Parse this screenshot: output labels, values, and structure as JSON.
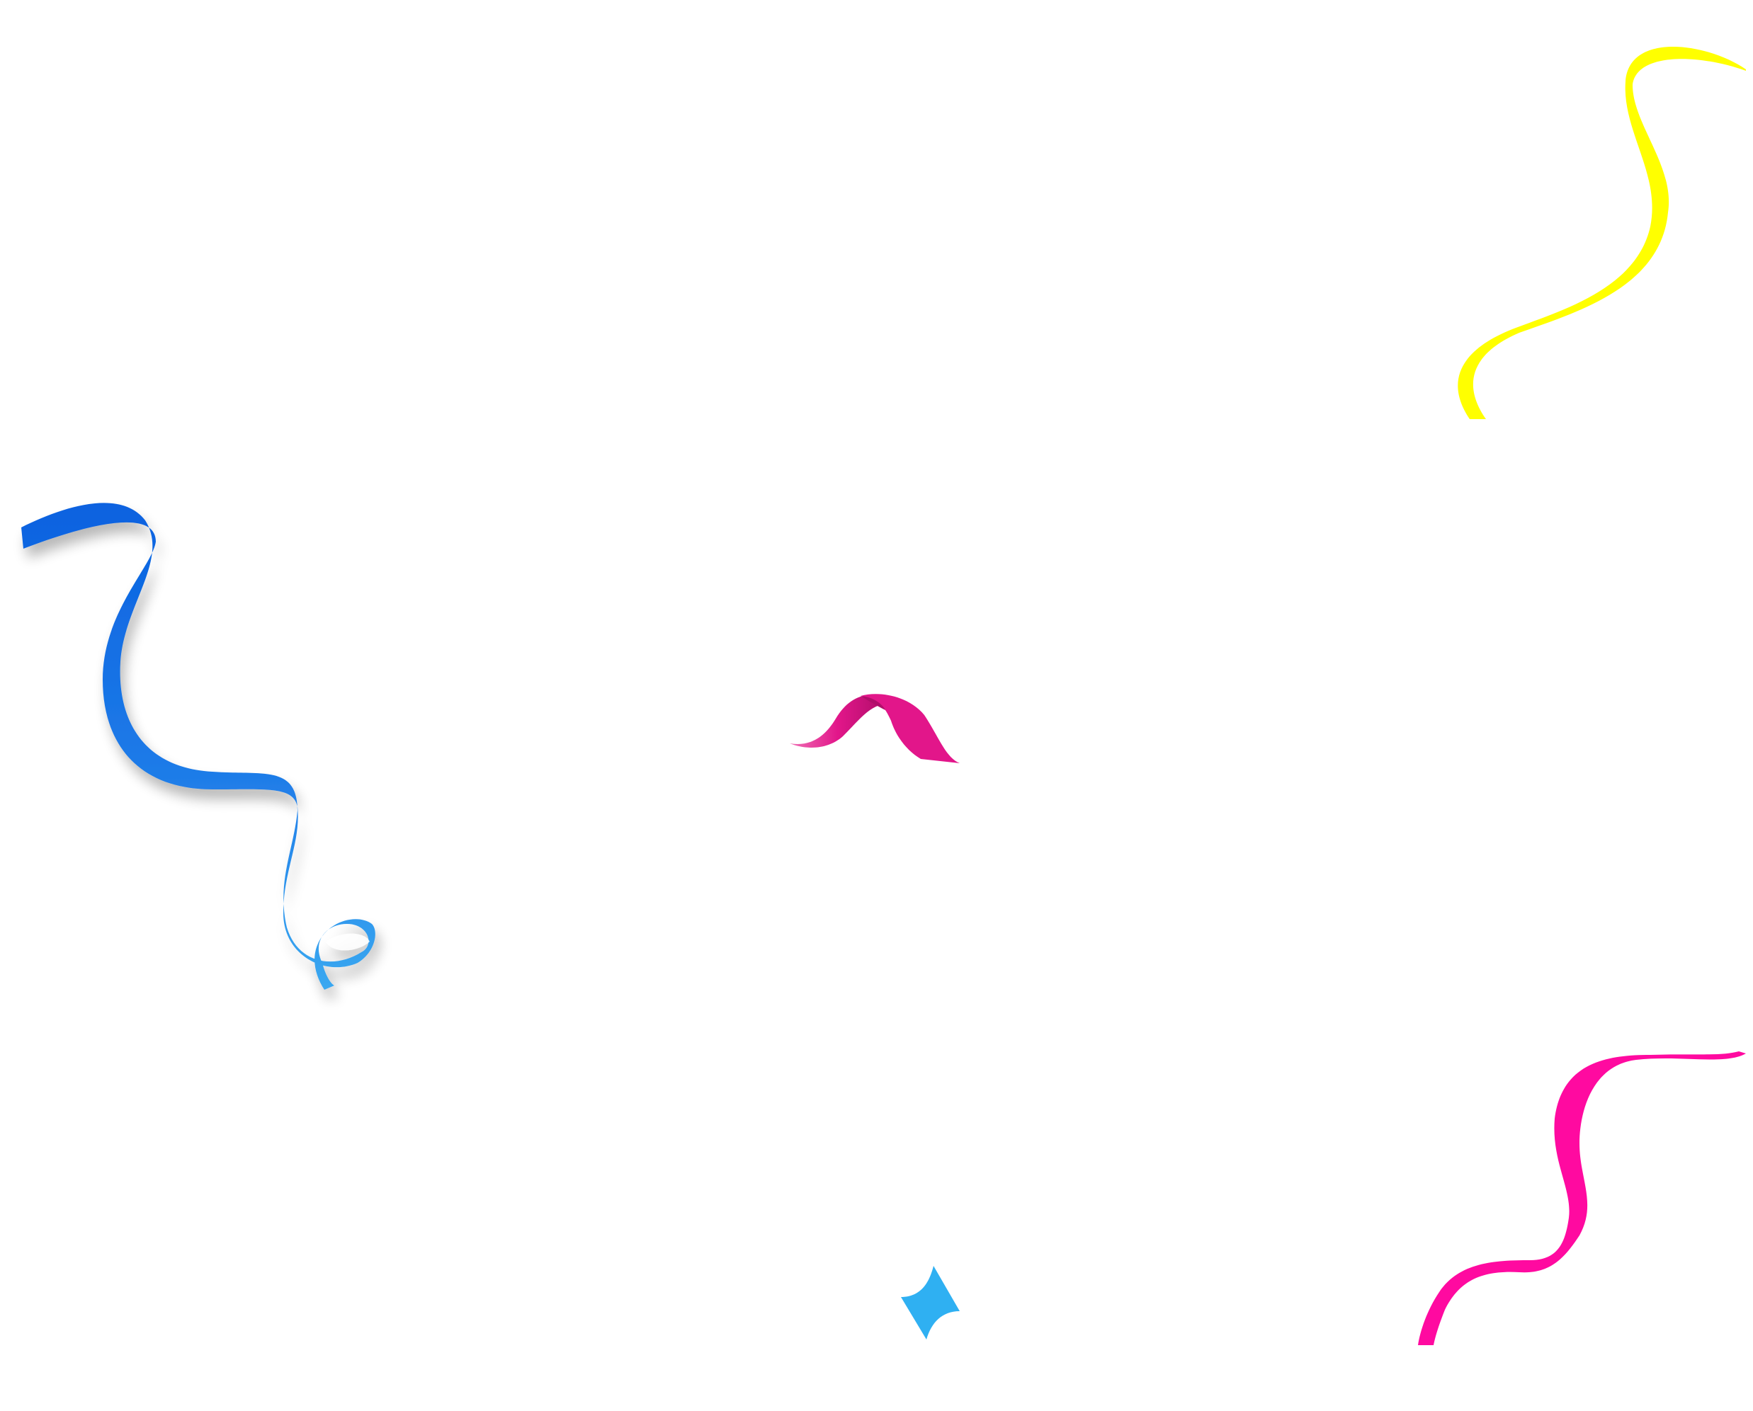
{
  "background": "#ffffff",
  "ribbons": [
    {
      "id": "ribbon-blue-left",
      "color": "#1e7be8",
      "color_light": "#3aa8f0",
      "color_dark": "#0a62e0"
    },
    {
      "id": "ribbon-yellow-top-right",
      "color": "#ffff00"
    },
    {
      "id": "ribbon-pink-center",
      "color": "#e2168a",
      "color_light": "#ef6fb4",
      "color_dark": "#b00e6a"
    },
    {
      "id": "ribbon-cyan-bottom",
      "color": "#2fb0f2"
    },
    {
      "id": "ribbon-magenta-bottom-right",
      "color": "#ff0aa0"
    }
  ]
}
